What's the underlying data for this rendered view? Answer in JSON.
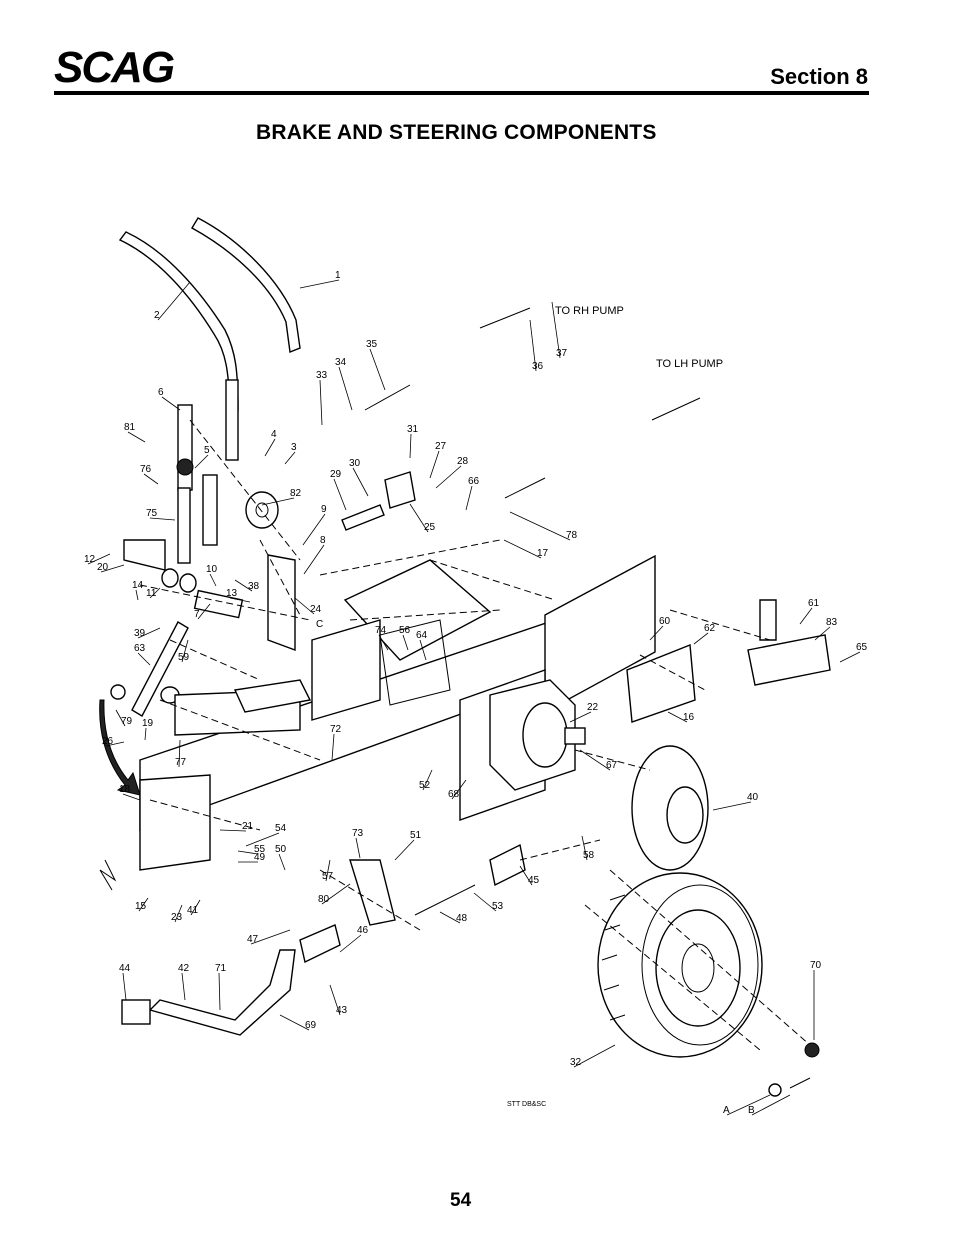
{
  "header": {
    "brand": "SCAG",
    "section": "Section 8",
    "title": "BRAKE AND STEERING COMPONENTS"
  },
  "notes": {
    "to_rh_pump": "TO RH PUMP",
    "to_lh_pump": "TO LH PUMP",
    "drawing_id": "STT DB&SC"
  },
  "callouts": [
    "1",
    "2",
    "33",
    "34",
    "35",
    "36",
    "37",
    "6",
    "81",
    "4",
    "3",
    "5",
    "76",
    "75",
    "82",
    "31",
    "27",
    "28",
    "30",
    "29",
    "66",
    "9",
    "8",
    "25",
    "78",
    "17",
    "12",
    "20",
    "10",
    "38",
    "14",
    "11",
    "13",
    "7",
    "24",
    "39",
    "63",
    "59",
    "74",
    "56",
    "64",
    "61",
    "83",
    "65",
    "60",
    "62",
    "16",
    "22",
    "79",
    "19",
    "26",
    "77",
    "72",
    "18",
    "21",
    "54",
    "55",
    "49",
    "50",
    "57",
    "73",
    "51",
    "52",
    "68",
    "67",
    "40",
    "58",
    "45",
    "53",
    "48",
    "80",
    "41",
    "23",
    "15",
    "47",
    "46",
    "43",
    "44",
    "42",
    "71",
    "69",
    "70",
    "32",
    "A",
    "B",
    "C"
  ],
  "footer": {
    "page_number": "54"
  }
}
